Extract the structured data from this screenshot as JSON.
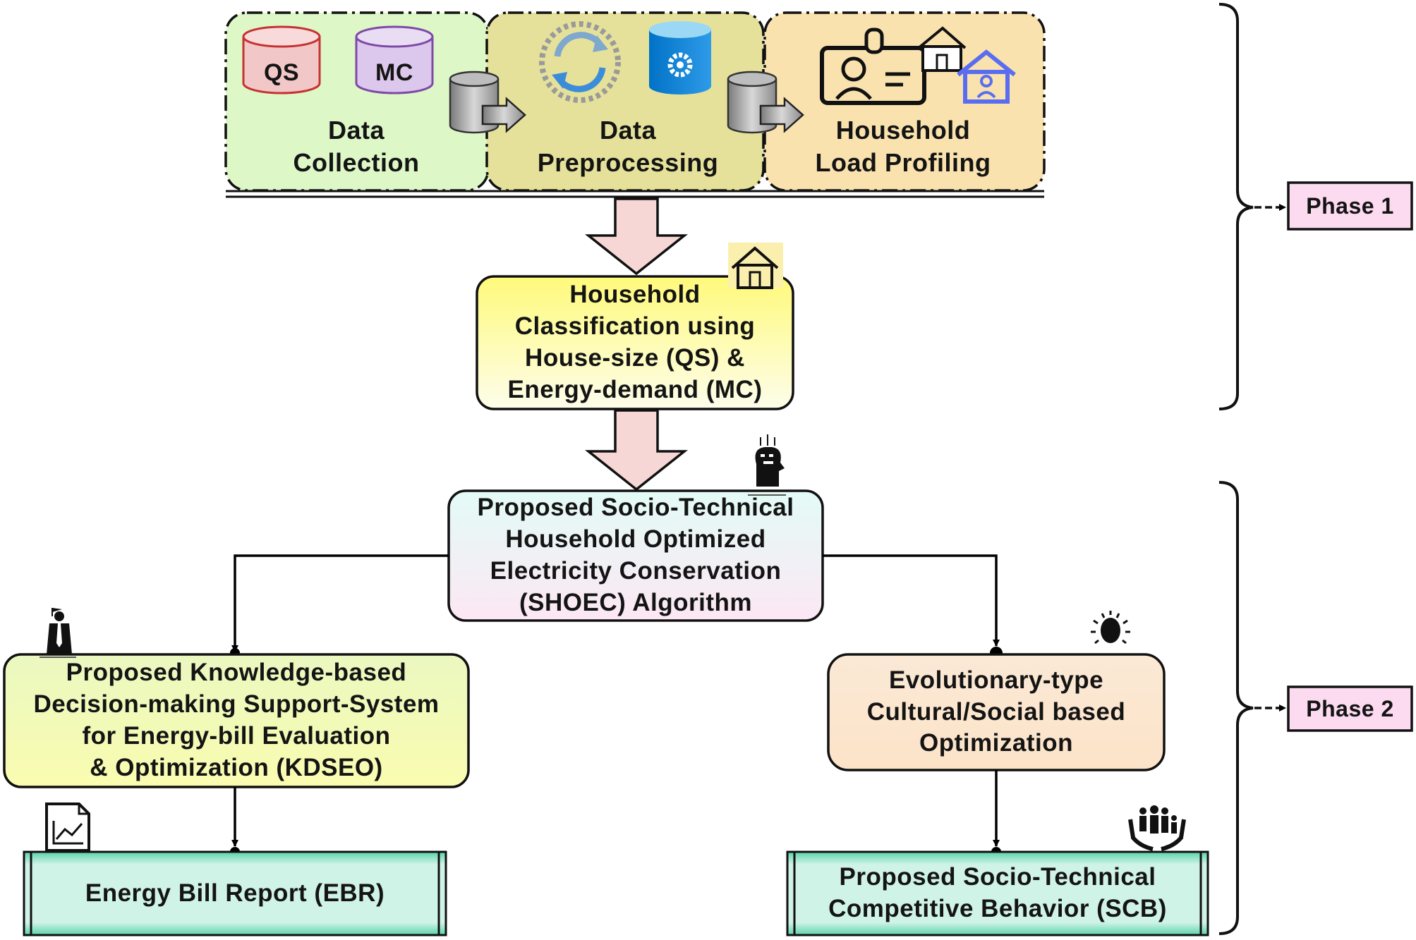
{
  "top_boxes": [
    {
      "line1": "Data",
      "line2": "Collection"
    },
    {
      "line1": "Data",
      "line2": "Preprocessing"
    },
    {
      "line1": "Household",
      "line2": "Load Profiling"
    }
  ],
  "db_labels": {
    "qs": "QS",
    "mc": "MC"
  },
  "classification": {
    "lines": [
      "Household",
      "Classification using",
      "House-size (QS) &",
      "Energy-demand (MC)"
    ]
  },
  "shoec": {
    "lines": [
      "Proposed Socio-Technical",
      "Household Optimized",
      "Electricity Conservation",
      "(SHOEC) Algorithm"
    ]
  },
  "kdseo": {
    "lines": [
      "Proposed Knowledge-based",
      "Decision-making Support-System",
      "for Energy-bill Evaluation",
      "& Optimization (KDSEO)"
    ]
  },
  "evolutionary": {
    "lines": [
      "Evolutionary-type",
      "Cultural/Social based",
      "Optimization"
    ]
  },
  "ebr": {
    "label": "Energy Bill Report (EBR)"
  },
  "scb": {
    "lines": [
      "Proposed Socio-Technical",
      "Competitive Behavior (SCB)"
    ]
  },
  "phases": [
    {
      "label": "Phase 1"
    },
    {
      "label": "Phase 2"
    }
  ],
  "icons": {
    "database_qs": "database-icon",
    "database_mc": "database-icon",
    "refresh": "refresh-cycle-icon",
    "db_gear": "database-gear-icon",
    "db_export": "database-export-icon",
    "id_card": "id-card-icon",
    "house": "house-icon",
    "person_house": "person-house-icon",
    "ai_head": "ai-head-icon",
    "businessman": "businessman-icon",
    "idea": "lightbulb-icon",
    "report": "report-chart-icon",
    "family": "family-hands-icon"
  },
  "colors": {
    "collection_fill": "#DDF7C7",
    "preprocessing_fill": "#E5E19A",
    "profiling_fill": "#F9E2AE",
    "classification_top": "#FFFA7A",
    "classification_bottom": "#FDFDEB",
    "shoec_top": "#E3FBF6",
    "shoec_bottom": "#FCE7F4",
    "kdseo_fill": "#F3FBB8",
    "evolutionary_fill": "#FCE7CF",
    "report_fill": "#60D6AE",
    "phase_fill": "#FCDAF0",
    "arrow_fill": "#F6D7D5"
  }
}
